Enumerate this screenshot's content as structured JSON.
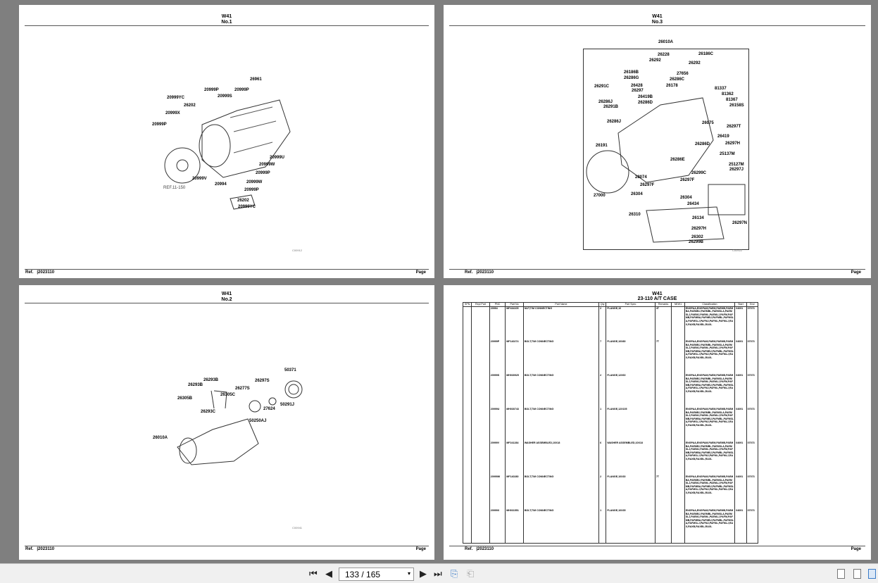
{
  "pages": [
    {
      "model": "W41",
      "title": "No.1",
      "ref_label": "Ref.",
      "ref_value": "|2023110",
      "page_label": "Page",
      "code": "C00912",
      "labels": [
        "26961",
        "20999YC",
        "20999P",
        "20999P",
        "20999S",
        "26202",
        "20999X",
        "20999P",
        "20999U",
        "20999W",
        "20999P",
        "20999V",
        "20994",
        "20999W",
        "20999P",
        "26202",
        "20999YC",
        "REF.11-150"
      ]
    },
    {
      "model": "W41",
      "title": "No.3",
      "ref_label": "Ref.",
      "ref_value": "|2023110",
      "page_label": "Page",
      "code": "C00922",
      "labels": [
        "26010A",
        "26228",
        "26186C",
        "26292",
        "26292",
        "26186B",
        "26286G",
        "27656",
        "26286C",
        "26291C",
        "26428",
        "26297",
        "26178",
        "81337",
        "81362",
        "26286J",
        "26419B",
        "81367",
        "26291B",
        "26286D",
        "26158S",
        "26286J",
        "26075",
        "26297T",
        "26419",
        "26286D",
        "26297H",
        "26191",
        "25137M",
        "26286E",
        "25127M",
        "26297J",
        "26299C",
        "28074",
        "26297F",
        "26297F",
        "27000",
        "26304",
        "26304",
        "26434",
        "26310",
        "26134",
        "26297N",
        "26297H",
        "26302",
        "26299B"
      ]
    },
    {
      "model": "W41",
      "title": "No.2",
      "ref_label": "Ref.",
      "ref_value": "|2023110",
      "page_label": "Page",
      "code": "C00941",
      "labels": [
        "50371",
        "26293B",
        "26297S",
        "26293B",
        "26277S",
        "26305C",
        "26305B",
        "50291J",
        "27624",
        "26293C",
        "50250AJ",
        "26010A"
      ]
    },
    {
      "model": "W41",
      "title": "23-110 A/T CASE",
      "ref_label": "Ref.",
      "ref_value": "|2023110",
      "page_label": "Page",
      "table": {
        "columns": [
          "SPN",
          "Repl Part",
          "PNC",
          "Part No",
          "Part Name",
          "Qty",
          "Part Spec",
          "Remarks",
          "NEW1",
          "Classification",
          "Start",
          "End"
        ],
        "rows": [
          [
            "",
            "",
            "20994",
            "MF434105",
            "NUT,T/M CONNECTING",
            "2",
            "FLANGE,10",
            "4T",
            "",
            "ENGPAA,ENGPAM,PAEM,PAEMB,PAEMBA,PAEMBJ,PAEMBL,PAEMSLA,PAEMSLJ,PAEMJ,PAEML,PAEMLJ,PAFM,PAFMB,PAFMBA,PAFMBJ,PAFMBL,PAFMSLA,PAFMSLJ,PAFMJ,PAFML,PAFMLJ,RAX,RAXB,RAXBL,RAXL",
            "04091",
            "07073"
          ],
          [
            "",
            "",
            "20999P",
            "MF140274",
            "BOLT,T/M CONNECTING",
            "7",
            "FLANGE,10X80",
            "7T",
            "",
            "ENGPAA,ENGPAM,PAEM,PAEMB,PAEMBA,PAEMBJ,PAEMBL,PAEMSLA,PAEMSLJ,PAEMJ,PAEML,PAEMLJ,PAFM,PAFMB,PAFMBA,PAFMBJ,PAFMBL,PAFMSLA,PAFMSLJ,PAFMJ,PAFML,PAFMLJ,RAX,RAXB,RAXBL,RAXL",
            "04091",
            "07073"
          ],
          [
            "",
            "",
            "20999S",
            "MH030925",
            "BOLT,T/M CONNECTING",
            "2",
            "FLANGE,12X60",
            "",
            "",
            "ENGPAA,ENGPAM,PAEM,PAEMB,PAEMBA,PAEMBJ,PAEMBL,PAEMSLA,PAEMSLJ,PAEMJ,PAEML,PAEMLJ,PAFM,PAFMB,PAFMBA,PAFMBJ,PAFMBL,PAFMSLA,PAFMSLJ,PAFMJ,PAFML,PAFMLJ,RAX,RAXB,RAXBL,RAXL",
            "04091",
            "07073"
          ],
          [
            "",
            "",
            "20999U",
            "MH030743",
            "BOLT,T/M CONNECTING",
            "1",
            "FLANGE,12X105",
            "",
            "",
            "ENGPAA,ENGPAM,PAEM,PAEMB,PAEMBA,PAEMBJ,PAEMBL,PAEMSLA,PAEMSLJ,PAEMJ,PAEML,PAEMLJ,PAFM,PAFMB,PAFMBA,PAFMBJ,PAFMBL,PAFMSLA,PAFMSLJ,PAFMJ,PAFML,PAFMLJ,RAX,RAXB,RAXBL,RAXL",
            "04091",
            "07073"
          ],
          [
            "",
            "",
            "20999V",
            "MF241284",
            "WASHER ASSEMBLED,10X18",
            "6",
            "WASHER ASSEMBLED,10X18",
            "",
            "",
            "ENGPAA,ENGPAM,PAEM,PAEMB,PAEMBA,PAEMBJ,PAEMBL,PAEMSLA,PAEMSLJ,PAEMJ,PAEML,PAEMLJ,PAFM,PAFMB,PAFMBA,PAFMBJ,PAFMBL,PAFMSLA,PAFMSLJ,PAFMJ,PAFML,PAFMLJ,RAX,RAXB,RAXBL,RAXL",
            "04091",
            "07073"
          ],
          [
            "",
            "",
            "20999W",
            "MF140280",
            "BOLT,T/M CONNECTING",
            "2",
            "FLANGE,10X30",
            "7T",
            "",
            "ENGPAA,ENGPAM,PAEM,PAEMB,PAEMBA,PAEMBJ,PAEMBL,PAEMSLA,PAEMSLJ,PAEMJ,PAEML,PAEMLJ,PAFM,PAFMB,PAFMBA,PAFMBJ,PAFMBL,PAFMSLA,PAFMSLJ,PAFMJ,PAFML,PAFMLJ,RAX,RAXB,RAXBL,RAXL",
            "04091",
            "07073"
          ],
          [
            "",
            "",
            "20999X",
            "MH031551",
            "BOLT,T/M CONNECTING",
            "1",
            "FLANGE,10X35",
            "",
            "",
            "ENGPAA,ENGPAM,PAEM,PAEMB,PAEMBA,PAEMBJ,PAEMBL,PAEMSLA,PAEMSLJ,PAEMJ,PAEML,PAEMLJ,PAFM,PAFMB,PAFMBA,PAFMBJ,PAFMBL,PAFMSLA,PAFMSLJ,PAFMJ,PAFML,PAFMLJ,RAX,RAXB,RAXBL,RAXL",
            "04091",
            "07073"
          ]
        ]
      }
    }
  ],
  "toolbar": {
    "page_indicator": "133 / 165",
    "icons": [
      "first-page-icon",
      "previous-page-icon",
      "next-page-icon",
      "last-page-icon",
      "extract-page-icon",
      "copy-page-icon",
      "single-page-view-icon",
      "continuous-view-icon",
      "two-page-view-icon"
    ]
  }
}
